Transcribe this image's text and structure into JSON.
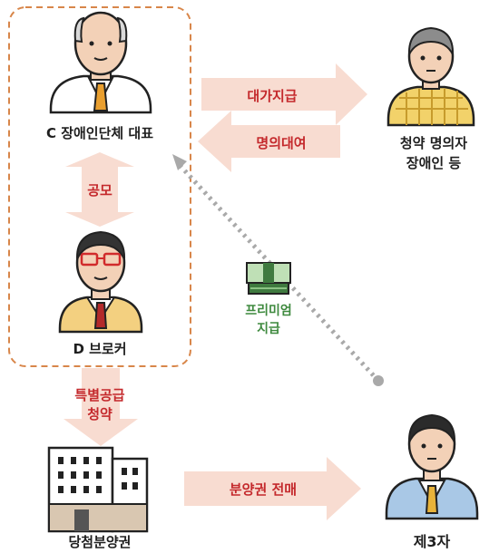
{
  "nodes": {
    "c_rep": "C 장애인단체 대표",
    "broker": "D 브로커",
    "nominee_line1": "청약 명의자",
    "nominee_line2": "장애인 등",
    "third_party": "제3자",
    "won_unit": "당첨분양권"
  },
  "flows": {
    "pay": "대가지급",
    "lend": "명의대여",
    "conspire": "공모",
    "special_line1": "특별공급",
    "special_line2": "청약",
    "resale": "분양권 전매",
    "premium_line1": "프리미엄",
    "premium_line2": "지급"
  },
  "colors": {
    "arrow_fill": "#f8dcd1",
    "red_text": "#c4292c",
    "dashed_box": "#d8864a",
    "premium_text": "#3f8a3f"
  }
}
